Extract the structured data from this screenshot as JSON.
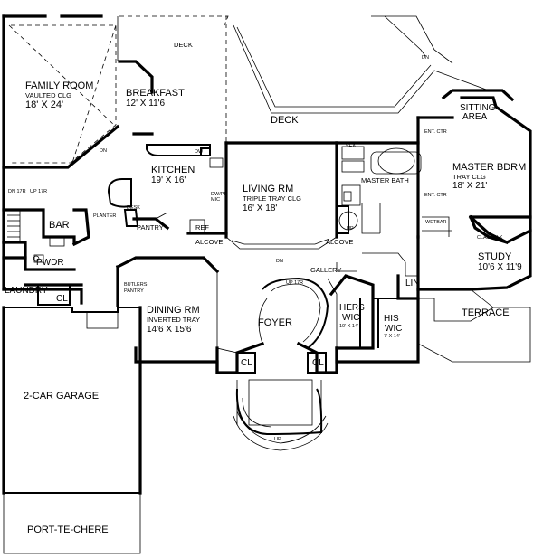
{
  "rooms": {
    "family_room": {
      "name": "FAMILY ROOM",
      "detail": "VAULTED CLG",
      "size": "18' X 24'"
    },
    "breakfast": {
      "name": "BREAKFAST",
      "size": "12' X 11'6"
    },
    "kitchen": {
      "name": "KITCHEN",
      "size": "19' X 16'"
    },
    "living_room": {
      "name": "LIVING RM",
      "detail": "TRIPLE TRAY CLG",
      "size": "16' X 18'"
    },
    "master_bedroom": {
      "name": "MASTER BDRM",
      "detail": "TRAY CLG",
      "size": "18' X 21'"
    },
    "sitting_area": {
      "line1": "SITTING",
      "line2": "AREA"
    },
    "master_bath": {
      "name": "MASTER BATH"
    },
    "study": {
      "name": "STUDY",
      "size": "10'6 X 11'9"
    },
    "dining_room": {
      "name": "DINING RM",
      "detail": "INVERTED TRAY",
      "size": "14'6 X 15'6"
    },
    "foyer": {
      "name": "FOYER"
    },
    "hers_wic": {
      "line1": "HERS",
      "line2": "WIC",
      "size": "10' X 14'"
    },
    "his_wic": {
      "line1": "HIS",
      "line2": "WIC",
      "size": "7' X 14'"
    },
    "garage": {
      "name": "2-CAR GARAGE"
    },
    "porte_cochere": {
      "name": "PORT-TE-CHERE"
    },
    "terrace": {
      "name": "TERRACE"
    },
    "bar": {
      "name": "BAR"
    },
    "powder": {
      "name": "PWDR"
    },
    "laundry": {
      "name": "LAUNDRY"
    },
    "pantry": {
      "name": "PANTRY"
    },
    "deck_upper": {
      "name": "DECK"
    },
    "deck_main": {
      "name": "DECK"
    },
    "gallery": {
      "name": "GALLERY"
    },
    "linen": {
      "name": "LIN"
    }
  },
  "labels": {
    "alcove_left": "ALCOVE",
    "alcove_right": "ALCOVE",
    "cl_laundry": "CL",
    "cl_foyer_left": "CL",
    "cl_foyer_right": "CL",
    "ref": "REF",
    "planter": "PLANTER",
    "desk": "DESK",
    "butlers_line1": "BUTLERS",
    "butlers_line2": "PANTRY",
    "up_17r_foyer": "UP 17R",
    "dn_17r": "DN 17R",
    "up_17r_stair": "UP 17R",
    "dn_family": "DN",
    "dn_deck": "DN",
    "dn_living": "DN",
    "dn_kitchen": "DW",
    "up_entry": "UP",
    "up_bath": "UP",
    "ent_ctr_1": "ENT. CTR",
    "ent_ctr_2": "ENT. CTR",
    "wetbar": "WETBAR",
    "classblk": "CLASSBLK",
    "seat": "SEAT",
    "dwph": "DW/PH",
    "mic": "MIC"
  }
}
